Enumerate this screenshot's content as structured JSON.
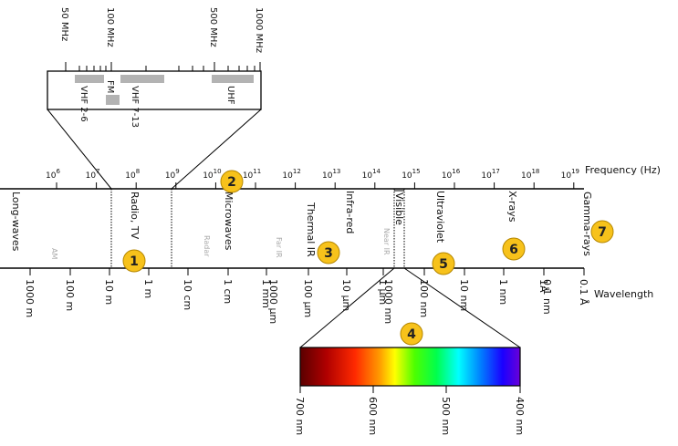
{
  "colors": {
    "badge": "#f7c21b",
    "badge_stroke": "#b58700",
    "band_bar": "#b3b3b3"
  },
  "frequency_axis": {
    "label": "Frequency (Hz)",
    "ticks": [
      {
        "base": "10",
        "exp": "6"
      },
      {
        "base": "10",
        "exp": "7"
      },
      {
        "base": "10",
        "exp": "8"
      },
      {
        "base": "10",
        "exp": "9"
      },
      {
        "base": "10",
        "exp": "10"
      },
      {
        "base": "10",
        "exp": "11"
      },
      {
        "base": "10",
        "exp": "12"
      },
      {
        "base": "10",
        "exp": "13"
      },
      {
        "base": "10",
        "exp": "14"
      },
      {
        "base": "10",
        "exp": "15"
      },
      {
        "base": "10",
        "exp": "16"
      },
      {
        "base": "10",
        "exp": "17"
      },
      {
        "base": "10",
        "exp": "18"
      },
      {
        "base": "10",
        "exp": "19"
      }
    ]
  },
  "wavelength_axis": {
    "label": "Wavelength",
    "ticks": [
      "1000 m",
      "100 m",
      "10 m",
      "1 m",
      "10 cm",
      "1 cm",
      "1 mm",
      "1000 μm",
      "100 μm",
      "10 μm",
      "1 μm",
      "1000 nm",
      "100 nm",
      "10 nm",
      "1 nm",
      "1Å",
      "0.1 nm",
      "0.1 Å"
    ]
  },
  "bands": [
    {
      "label": "Long-waves"
    },
    {
      "label": "Radio, TV"
    },
    {
      "label": "Microwaves"
    },
    {
      "label": "Thermal IR"
    },
    {
      "label": "Infra-red"
    },
    {
      "label": "Visible"
    },
    {
      "label": "Ultraviolet"
    },
    {
      "label": "X-rays"
    },
    {
      "label": "Gamma-rays"
    }
  ],
  "faint_labels": [
    "AM",
    "Radar",
    "Far IR",
    "Near IR"
  ],
  "badges": [
    "1",
    "2",
    "3",
    "4",
    "5",
    "6",
    "7"
  ],
  "radio_inset": {
    "ticks": [
      "50 MHz",
      "100 MHz",
      "500 MHz",
      "1000 MHz"
    ],
    "bands": [
      "VHF 2-6",
      "FM",
      "VHF 7-13",
      "UHF"
    ]
  },
  "visible_inset": {
    "ticks": [
      "700 nm",
      "600 nm",
      "500 nm",
      "400 nm"
    ]
  }
}
